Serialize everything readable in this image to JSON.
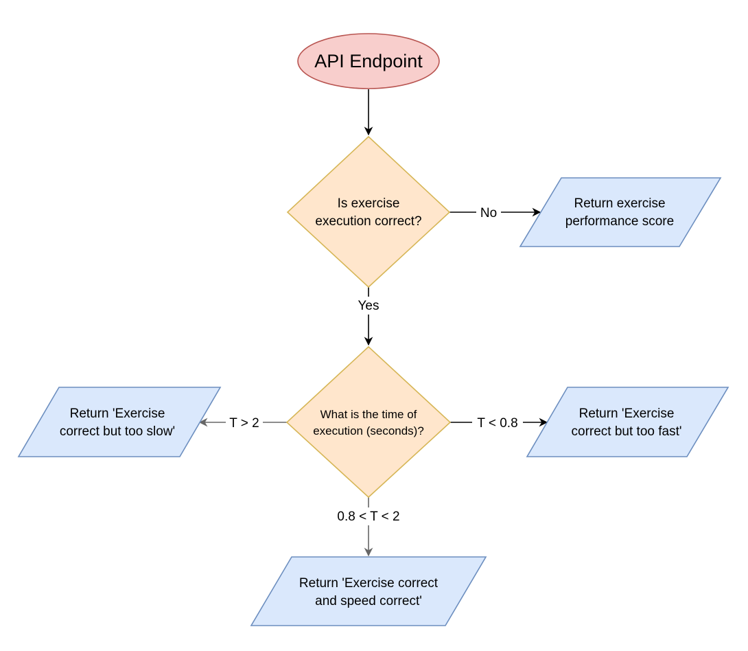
{
  "nodes": {
    "start": {
      "text": "API Endpoint"
    },
    "decision_correct": {
      "lines": [
        "Is exercise",
        "execution correct?"
      ]
    },
    "output_score": {
      "lines": [
        "Return exercise",
        "performance score"
      ]
    },
    "decision_time": {
      "lines": [
        "What is the time of",
        "execution (seconds)?"
      ]
    },
    "output_slow": {
      "lines": [
        "Return 'Exercise",
        "correct but too slow'"
      ]
    },
    "output_fast": {
      "lines": [
        "Return 'Exercise",
        "correct but too fast'"
      ]
    },
    "output_ok": {
      "lines": [
        "Return 'Exercise correct",
        "and speed correct'"
      ]
    }
  },
  "edges": {
    "no": "No",
    "yes": "Yes",
    "slow": "T > 2",
    "fast": "T < 0.8",
    "ok": "0.8 < T < 2"
  },
  "colors": {
    "start_fill": "#f8cecc",
    "start_stroke": "#b85450",
    "decision_fill": "#ffe6cc",
    "decision_stroke": "#d6b656",
    "output_fill": "#dae8fc",
    "output_stroke": "#6c8ebf",
    "edge_dark": "#000000",
    "edge_gray": "#666666"
  }
}
